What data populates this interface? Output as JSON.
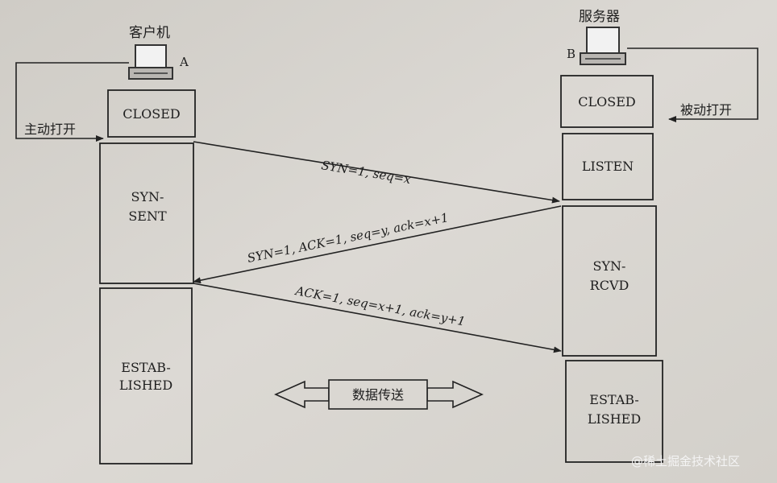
{
  "client": {
    "title": "客户机",
    "letter": "A",
    "active_open": "主动打开",
    "states": {
      "closed": "CLOSED",
      "syn_sent_1": "SYN-",
      "syn_sent_2": "SENT",
      "estab_1": "ESTAB-",
      "estab_2": "LISHED"
    }
  },
  "server": {
    "title": "服务器",
    "letter": "B",
    "passive_open": "被动打开",
    "states": {
      "closed": "CLOSED",
      "listen": "LISTEN",
      "syn_rcvd_1": "SYN-",
      "syn_rcvd_2": "RCVD",
      "estab_1": "ESTAB-",
      "estab_2": "LISHED"
    }
  },
  "messages": {
    "syn": "SYN=1, seq=x",
    "synack": "SYN=1, ACK=1, seq=y, ack=x+1",
    "ack": "ACK=1, seq=x+1, ack=y+1"
  },
  "data_transfer": "数据传送",
  "watermark": "@稀土掘金技术社区"
}
